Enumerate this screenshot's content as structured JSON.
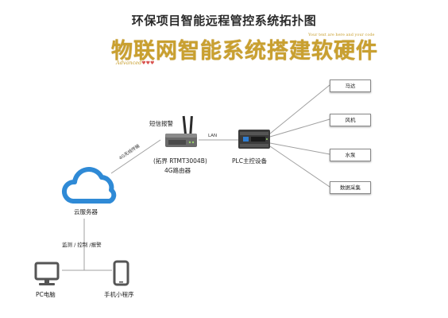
{
  "title": "环保项目智能远程管控系统拓扑图",
  "banner": {
    "main": "物联网智能系统搭建软硬件",
    "sub_right": "Your text are here and your code",
    "sub_left": "Advanced",
    "hearts": "♥♥♥"
  },
  "router": {
    "top_label": "短信报警",
    "model_label": "(拓界 RTMT3004B)",
    "name_label": "4G路由器"
  },
  "plc": {
    "label": "PLC主控设备"
  },
  "links": {
    "lan": "LAN",
    "g4": "4G无线传输",
    "monitor": "监测 / 控制 /报警"
  },
  "cloud": {
    "label": "云服务器"
  },
  "pc": {
    "label": "PC电脑"
  },
  "phone": {
    "label": "手机小程序"
  },
  "devices": [
    "马达",
    "风机",
    "水泵",
    "数据采集"
  ],
  "colors": {
    "cloud": "#2f8ad6",
    "line": "#9a9a9a",
    "banner": "#c9a030"
  }
}
